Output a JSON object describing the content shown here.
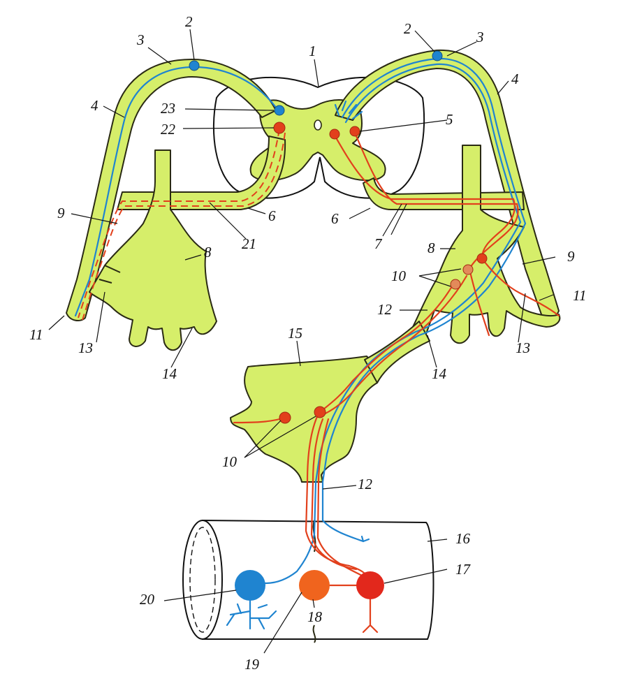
{
  "labels": {
    "l1": "1",
    "l2a": "2",
    "l2b": "2",
    "l3a": "3",
    "l3b": "3",
    "l4a": "4",
    "l4b": "4",
    "l5": "5",
    "l6a": "6",
    "l6b": "6",
    "l7": "7",
    "l8a": "8",
    "l8b": "8",
    "l9a": "9",
    "l9b": "9",
    "l10a": "10",
    "l10b": "10",
    "l11a": "11",
    "l11b": "11",
    "l12a": "12",
    "l12b": "12",
    "l13a": "13",
    "l13b": "13",
    "l14a": "14",
    "l14b": "14",
    "l15": "15",
    "l16": "16",
    "l17": "17",
    "l18": "18",
    "l19": "19",
    "l20": "20",
    "l21": "21",
    "l22": "22",
    "l23": "23"
  },
  "colors": {
    "nerve_tissue": "#d6ee6a",
    "sensory_fiber": "#1f84d0",
    "motor_fiber": "#e2401c",
    "outline": "#111111"
  }
}
